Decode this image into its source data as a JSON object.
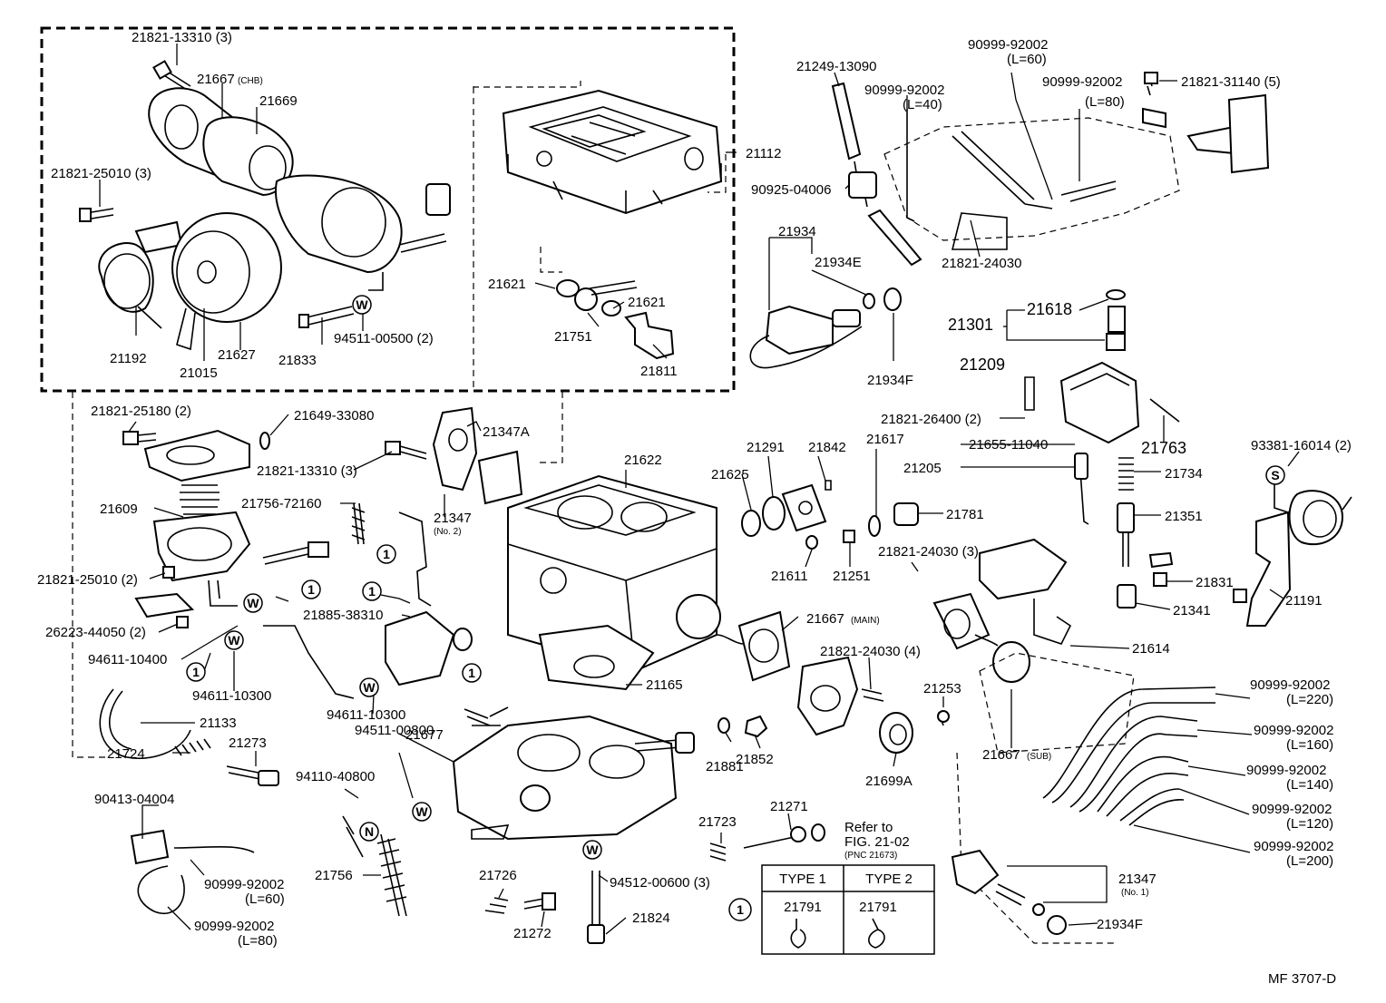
{
  "drawing_code": "MF  3707-D",
  "labels": {
    "p21821_13310_3": "21821-13310 (3)",
    "p21667_chb": "21667",
    "chb": "(CHB)",
    "p21669": "21669",
    "p21821_25010_3": "21821-25010 (3)",
    "p21192": "21192",
    "p21015": "21015",
    "p21627": "21627",
    "p21833": "21833",
    "p94511_00500": "94511-00500 (2)",
    "p21112": "21112",
    "p21621a": "21621",
    "p21621b": "21621",
    "p21751": "21751",
    "p21811": "21811",
    "p21249": "21249-13090",
    "p90999_l40a": "90999-92002",
    "p90999_l40b": "(L=40)",
    "p90999_l60a": "90999-92002",
    "p90999_l60b": "(L=60)",
    "p90999_l80a": "90999-92002",
    "p90999_l80b": "(L=80)",
    "p21821_31140": "21821-31140 (5)",
    "p90925": "90925-04006",
    "p21934": "21934",
    "p21934e": "21934E",
    "p21934f": "21934F",
    "p21821_24030": "21821-24030",
    "p21301": "21301",
    "p21618": "21618",
    "p21209": "21209",
    "p21763": "21763",
    "p21821_26400": "21821-26400 (2)",
    "p21821_25180": "21821-25180 (2)",
    "p21649": "21649-33080",
    "p21821_13310b": "21821-13310 (3)",
    "p21347a": "21347A",
    "p21347n2": "21347",
    "no2": "(No. 2)",
    "p21609": "21609",
    "p21756_72160": "21756-72160",
    "p21821_25010_2": "21821-25010 (2)",
    "p26223": "26223-44050 (2)",
    "p94611_10400": "94611-10400",
    "p94611_10300a": "94611-10300",
    "p94611_10300b": "94611-10300",
    "p21885": "21885-38310",
    "p21622": "21622",
    "p21625": "21625",
    "p21291": "21291",
    "p21842": "21842",
    "p21617": "21617",
    "p21655": "21655-11040",
    "p21205": "21205",
    "p21734": "21734",
    "p93381": "93381-16014 (2)",
    "p21781": "21781",
    "p21611": "21611",
    "p21251": "21251",
    "p21821_24030_3": "21821-24030 (3)",
    "p21351": "21351",
    "p21831": "21831",
    "p21341": "21341",
    "p21191": "21191",
    "p21667_main": "21667",
    "main": "(MAIN)",
    "p21614": "21614",
    "p21165": "21165",
    "p21821_24030_4": "21821-24030 (4)",
    "p21253": "21253",
    "p21133": "21133",
    "p21677": "21677",
    "p94511_00800": "94511-00800",
    "p21724": "21724",
    "p21273": "21273",
    "p94110": "94110-40800",
    "p21881": "21881",
    "p21852": "21852",
    "p21699a": "21699A",
    "p21667_sub": "21667",
    "sub": "(SUB)",
    "p90999_l220a": "90999-92002",
    "p90999_l220b": "(L=220)",
    "p90999_l160a": "90999-92002",
    "p90999_l160b": "(L=160)",
    "p90999_l140a": "90999-92002",
    "p90999_l140b": "(L=140)",
    "p90999_l120a": "90999-92002",
    "p90999_l120b": "(L=120)",
    "p90999_l200a": "90999-92002",
    "p90999_l200b": "(L=200)",
    "p90413": "90413-04004",
    "p90999_60a": "90999-92002",
    "p90999_60b": "(L=60)",
    "p90999_80a": "90999-92002",
    "p90999_80b": "(L=80)",
    "p21271": "21271",
    "p21723": "21723",
    "refer1": "Refer to",
    "refer2": "FIG. 21-02",
    "refer3": "(PNC 21673)",
    "p21756": "21756",
    "p21726": "21726",
    "p21272": "21272",
    "p94512": "94512-00600 (3)",
    "p21824": "21824",
    "p21347n1": "21347",
    "no1": "(No. 1)",
    "p21934f_b": "21934F"
  },
  "callouts": {
    "one": "1",
    "w": "W",
    "n": "N",
    "s": "S"
  },
  "type_table": {
    "type1_header": "TYPE 1",
    "type2_header": "TYPE 2",
    "type1_part": "21791",
    "type2_part": "21791",
    "callout": "1"
  }
}
